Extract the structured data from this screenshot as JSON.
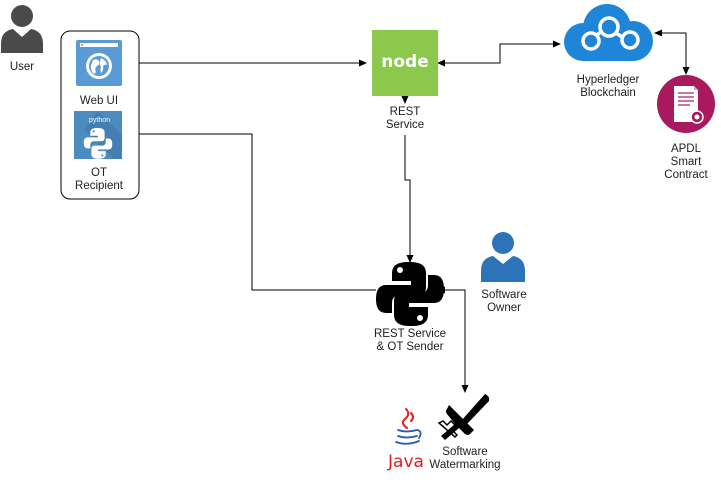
{
  "nodes": {
    "user": {
      "label": "User"
    },
    "web_ui": {
      "label": "Web UI"
    },
    "ot_recipient": {
      "label": "OT\nRecipient"
    },
    "node_service": {
      "label": "REST\nService",
      "logo_text": "node"
    },
    "hyperledger": {
      "label": "Hyperledger\nBlockchain"
    },
    "apdl": {
      "label": "APDL\nSmart\nContract"
    },
    "python_service": {
      "label": "REST Service\n& OT Sender"
    },
    "software_owner": {
      "label": "Software\nOwner"
    },
    "java": {
      "label": "Java"
    },
    "watermarking": {
      "label": "Software\nWatermarking"
    },
    "python_badge": {
      "label": "python"
    }
  },
  "colors": {
    "node_green": "#8cc84b",
    "hyperledger_blue": "#1f85d8",
    "apdl_magenta": "#a8195e",
    "web_ui_blue": "#5b9bd5",
    "python_tile": "#4b8bbe",
    "owner_blue": "#2c73b8",
    "user_gray": "#4a4a4a",
    "java_red": "#e11d21",
    "java_blue": "#2a5cad"
  }
}
